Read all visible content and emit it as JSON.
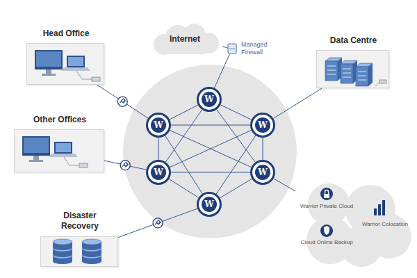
{
  "diagram": {
    "nodes": [
      {
        "text": [
          "Head Office"
        ]
      },
      {
        "text": [
          "Internet"
        ]
      },
      {
        "text": [
          "Managed Firewall"
        ]
      },
      {
        "text": [
          "Data Centre"
        ]
      },
      {
        "text": [
          "W"
        ]
      },
      {
        "text": [
          "W"
        ]
      },
      {
        "text": [
          "W"
        ]
      },
      {
        "text": [
          "Other Offices"
        ]
      },
      {
        "text": [
          "W"
        ]
      },
      {
        "text": [
          "W"
        ]
      },
      {
        "text": [
          "Disaster Recovery"
        ]
      },
      {
        "text": [
          "W"
        ]
      },
      {
        "text": [
          "Warrior Private Cloud",
          "Warrior Colocation",
          "Cloud Online Backup"
        ]
      }
    ],
    "edges": [
      {
        "from": 0,
        "to": 5,
        "arrow": "none"
      },
      {
        "from": 1,
        "to": 2,
        "arrow": "none"
      },
      {
        "from": 2,
        "to": 4,
        "arrow": "none"
      },
      {
        "from": 3,
        "to": 6,
        "arrow": "none"
      },
      {
        "from": 7,
        "to": 8,
        "arrow": "none"
      },
      {
        "from": 10,
        "to": 11,
        "arrow": "none"
      },
      {
        "from": 9,
        "to": 12,
        "arrow": "none"
      },
      {
        "from": 4,
        "to": 5,
        "arrow": "none"
      },
      {
        "from": 4,
        "to": 6,
        "arrow": "none"
      },
      {
        "from": 5,
        "to": 8,
        "arrow": "none"
      },
      {
        "from": 6,
        "to": 9,
        "arrow": "none"
      },
      {
        "from": 8,
        "to": 11,
        "arrow": "none"
      },
      {
        "from": 9,
        "to": 11,
        "arrow": "none"
      },
      {
        "from": 5,
        "to": 6,
        "arrow": "none"
      },
      {
        "from": 8,
        "to": 9,
        "arrow": "none"
      },
      {
        "from": 5,
        "to": 9,
        "arrow": "none"
      },
      {
        "from": 6,
        "to": 8,
        "arrow": "none"
      },
      {
        "from": 4,
        "to": 8,
        "arrow": "none"
      },
      {
        "from": 4,
        "to": 9,
        "arrow": "none"
      },
      {
        "from": 11,
        "to": 5,
        "arrow": "none"
      },
      {
        "from": 11,
        "to": 6,
        "arrow": "none"
      }
    ]
  }
}
